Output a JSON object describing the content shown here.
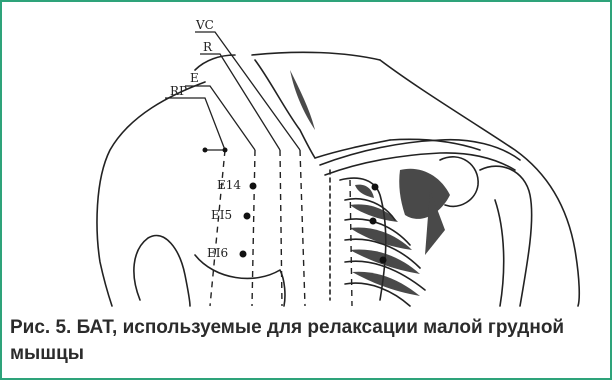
{
  "illustration": {
    "meridian_labels": {
      "vc": "VC",
      "r": "R",
      "e": "E",
      "rp": "RP"
    },
    "point_labels": {
      "e14": "E14",
      "e15": "EI5",
      "e16": "EI6"
    }
  },
  "caption": "Рис. 5. БАТ, используемые для релаксации малой грудной мышцы",
  "colors": {
    "border": "#2ea37a",
    "ink": "#222222",
    "caption_text": "#2b2b2b"
  }
}
